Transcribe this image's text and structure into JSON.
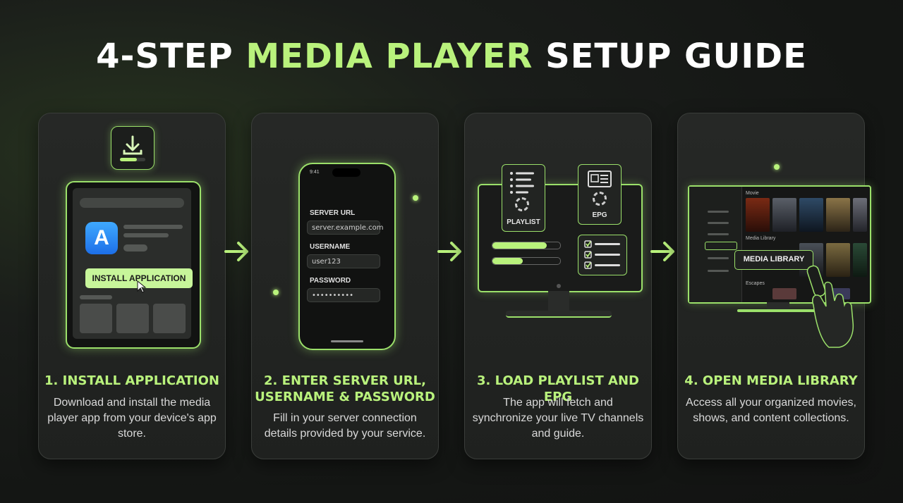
{
  "title": {
    "part1": "4-STEP ",
    "accent": "MEDIA PLAYER",
    "part2": " SETUP GUIDE"
  },
  "steps": [
    {
      "heading": "1. INSTALL APPLICATION",
      "description": "Download and install the media player app from your device's app store.",
      "button_label": "INSTALL APPLICATION"
    },
    {
      "heading_line1": "2. ENTER SERVER URL,",
      "heading_line2": "USERNAME & PASSWORD",
      "description": "Fill in your server connection details provided by your service.",
      "status_time": "9:41",
      "fields": [
        {
          "label": "SERVER URL",
          "value": "server.example.com"
        },
        {
          "label": "USERNAME",
          "value": "user123"
        },
        {
          "label": "PASSWORD",
          "value": "••••••••••"
        }
      ]
    },
    {
      "heading": "3. LOAD PLAYLIST AND EPG",
      "description": "The app will fetch and synchronize your live TV channels and guide.",
      "playlist_label": "PLAYLIST",
      "epg_label": "EPG",
      "progress": [
        0.8,
        0.45
      ]
    },
    {
      "heading": "4. OPEN MEDIA LIBRARY",
      "description": "Access all your organized movies, shows, and content collections.",
      "button_label": "MEDIA LIBRARY",
      "rows": [
        "Movie",
        "Media Library",
        "Escapes"
      ]
    }
  ],
  "colors": {
    "accent": "#b9f27c",
    "background": "#161816",
    "card": "#232523"
  },
  "icons": [
    "download-icon",
    "app-store-icon",
    "cursor-icon",
    "arrow-right-icon",
    "list-icon",
    "news-icon",
    "checklist-icon",
    "hand-remote-icon"
  ]
}
